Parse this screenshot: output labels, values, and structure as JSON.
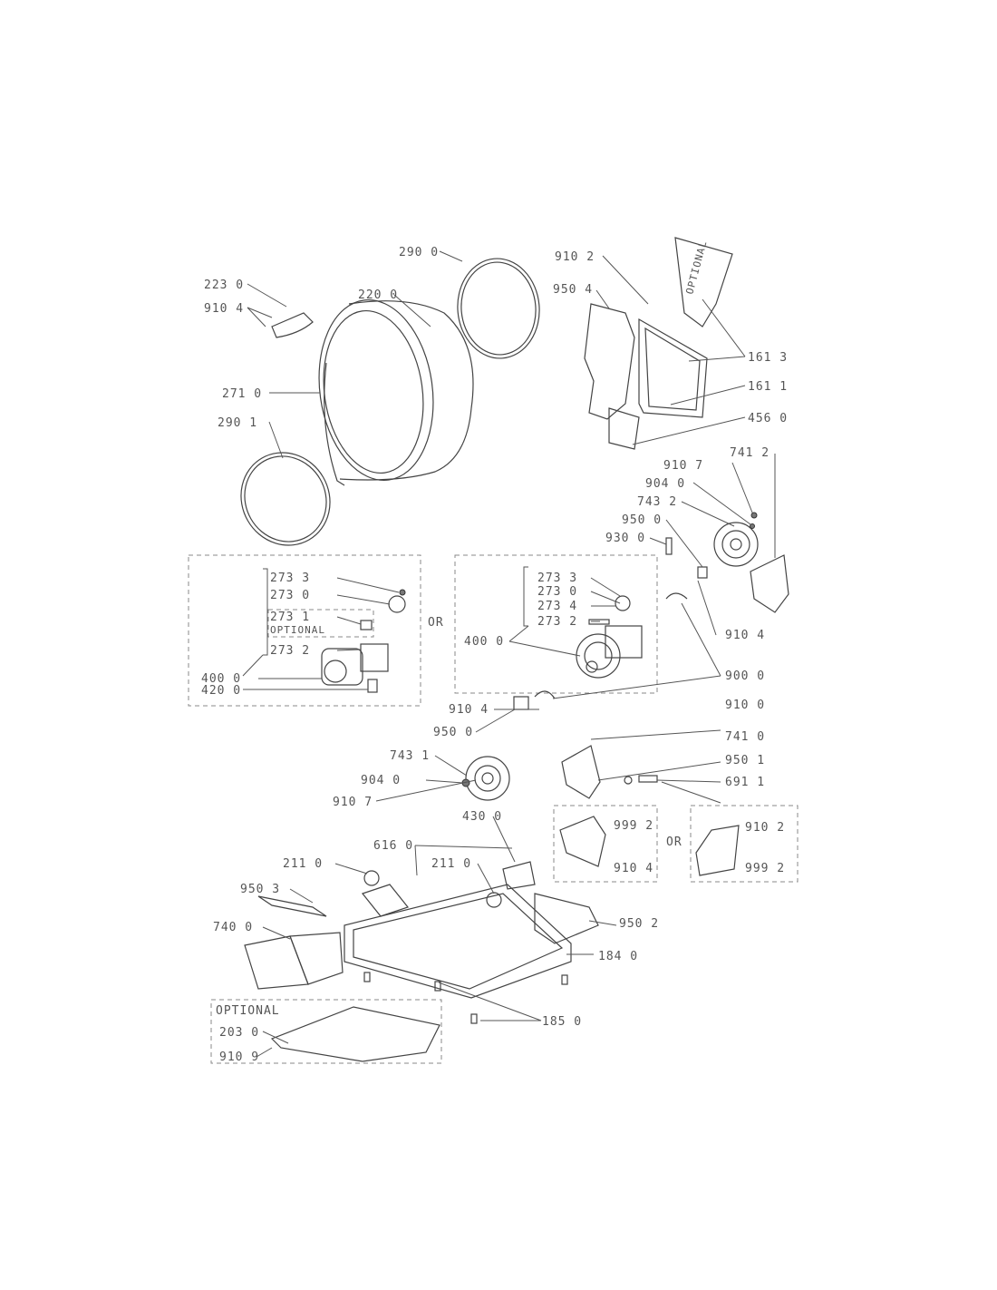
{
  "labels": {
    "p290_0": "290 0",
    "p910_2_top": "910 2",
    "p223_0": "223 0",
    "p910_4_a": "910 4",
    "p220_0": "220 0",
    "p950_4": "950 4",
    "p161_3": "161 3",
    "p161_1": "161 1",
    "p271_0": "271 0",
    "p290_1": "290 1",
    "p456_0": "456 0",
    "p741_2": "741 2",
    "p910_7_top": "910 7",
    "p904_0_top": "904 0",
    "p743_2": "743 2",
    "p950_0_top": "950 0",
    "p930_0": "930 0",
    "p273_3_l": "273 3",
    "p273_0_l": "273 0",
    "p273_1_l": "273 1",
    "optional_a": "OPTIONAL",
    "p273_2_l": "273 2",
    "p400_0_l": "400 0",
    "p420_0": "420 0",
    "or_a": "OR",
    "p273_3_r": "273 3",
    "p273_0_r": "273 0",
    "p273_4_r": "273 4",
    "p273_2_r": "273 2",
    "p400_0_r": "400 0",
    "p910_4_b": "910 4",
    "p900_0": "900 0",
    "p910_4_c": "910 4",
    "p910_0": "910 0",
    "p950_0_mid": "950 0",
    "p741_0": "741 0",
    "p743_1": "743 1",
    "p950_1": "950 1",
    "p904_0_mid": "904 0",
    "p691_1": "691 1",
    "p910_7_mid": "910 7",
    "p430_0": "430 0",
    "p999_2_a": "999 2",
    "p910_2_b": "910 2",
    "p616_0": "616 0",
    "p211_0_a": "211 0",
    "p211_0_b": "211 0",
    "or_b": "OR",
    "p910_4_d": "910 4",
    "p999_2_b": "999 2",
    "p950_3": "950 3",
    "p950_2": "950 2",
    "p740_0": "740 0",
    "p184_0": "184 0",
    "optional_b": "OPTIONAL",
    "p203_0": "203 0",
    "p185_0": "185 0",
    "p910_9": "910 9",
    "optional_c": "OPTIONAL"
  }
}
